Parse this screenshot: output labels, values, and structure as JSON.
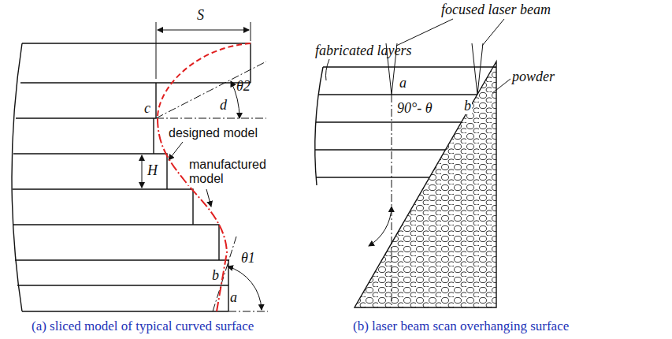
{
  "diagram": {
    "labels": [
      "S",
      "d",
      "θ2",
      "c",
      "designed model",
      "manufactured model",
      "H",
      "θ1",
      "b",
      "a",
      "(a) sliced model of typical curved surface",
      "fabricated layers",
      "focused laser beam",
      "a",
      "90°- θ",
      "b",
      "powder",
      "(b) laser beam scan overhanging surface"
    ]
  }
}
